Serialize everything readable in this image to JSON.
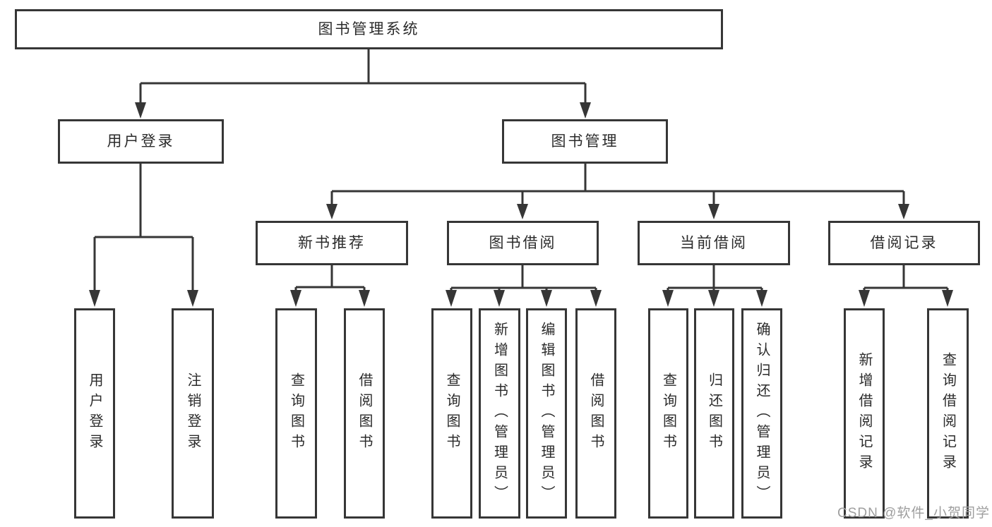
{
  "diagram_title": "图书管理系统",
  "nodes": {
    "root": {
      "label": "图书管理系统"
    },
    "level1": [
      {
        "label": "用户登录"
      },
      {
        "label": "图书管理"
      }
    ],
    "level2": [
      {
        "label": "新书推荐",
        "parent": "图书管理"
      },
      {
        "label": "图书借阅",
        "parent": "图书管理"
      },
      {
        "label": "当前借阅",
        "parent": "图书管理"
      },
      {
        "label": "借阅记录",
        "parent": "图书管理"
      }
    ],
    "leaves": [
      {
        "label": "用户登录",
        "parent": "用户登录"
      },
      {
        "label": "注销登录",
        "parent": "用户登录"
      },
      {
        "label": "查询图书",
        "parent": "新书推荐"
      },
      {
        "label": "借阅图书",
        "parent": "新书推荐"
      },
      {
        "label": "查询图书",
        "parent": "图书借阅"
      },
      {
        "label": "新增图书（管理员）",
        "parent": "图书借阅"
      },
      {
        "label": "编辑图书（管理员）",
        "parent": "图书借阅"
      },
      {
        "label": "借阅图书",
        "parent": "图书借阅"
      },
      {
        "label": "查询图书",
        "parent": "当前借阅"
      },
      {
        "label": "归还图书",
        "parent": "当前借阅"
      },
      {
        "label": "确认归还（管理员）",
        "parent": "当前借阅"
      },
      {
        "label": "新增借阅记录",
        "parent": "借阅记录"
      },
      {
        "label": "查询借阅记录",
        "parent": "借阅记录"
      }
    ]
  },
  "watermark": {
    "text": "CSDN @软件_小贺同学"
  },
  "colors": {
    "line": "#363636",
    "box_border": "#363636",
    "box_background": "#ffffff",
    "text": "#2b2b2b",
    "watermark": "#9e9e9e",
    "page_background": "#ffffff"
  }
}
